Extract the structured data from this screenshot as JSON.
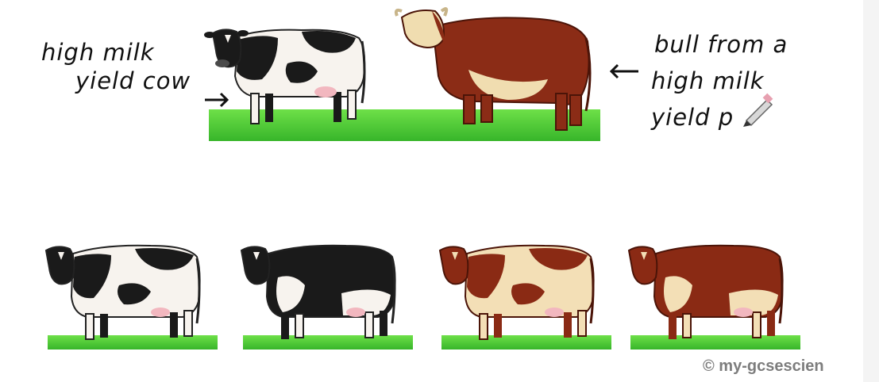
{
  "annotations": {
    "left_line1": "high milk",
    "left_line2": "yield cow",
    "right_line1": "bull from a",
    "right_line2": "high milk",
    "right_line3": "yield p"
  },
  "watermark": "© my-gcsescien",
  "icons": {
    "pencil": "pencil-icon",
    "arrow_left": "arrow-right-icon",
    "arrow_right": "arrow-left-icon"
  },
  "colors": {
    "grass": "#4fd23b",
    "grass_dark": "#2fae22",
    "black_coat": "#1a1a1a",
    "white_coat": "#f7f3ee",
    "brown_coat": "#8a2a14",
    "cream_coat": "#f3dfb6",
    "udder": "#f2b7bf",
    "bull_body": "#8b2c16",
    "bull_belly": "#f0ddb0"
  }
}
